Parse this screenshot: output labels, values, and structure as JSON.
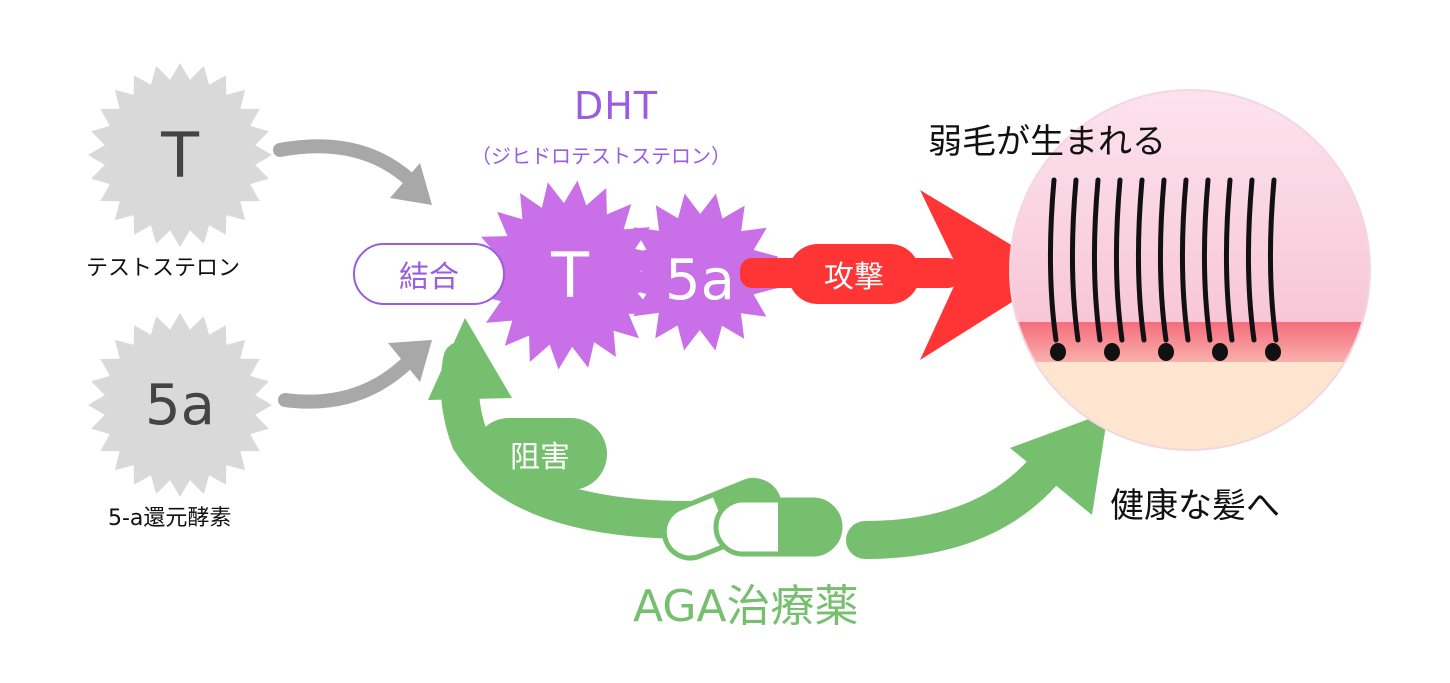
{
  "colors": {
    "purple": "#c970e8",
    "purple_text": "#9a5ce0",
    "red": "#ff3535",
    "green": "#76bf6f",
    "gray_burst": "#d9d9d9",
    "gray_arrow": "#a8a8a8",
    "scalp_top": "#fbd9e6",
    "scalp_band": "#f46d7b",
    "skin": "#fde5cf"
  },
  "testosterone": {
    "symbol": "T",
    "caption": "テストステロン"
  },
  "reductase": {
    "symbol": "5a",
    "caption": "5-a還元酵素"
  },
  "dht": {
    "title": "DHT",
    "subtitle": "（ジヒドロテストステロン）",
    "t_symbol": "T",
    "a_symbol": "5a"
  },
  "labels": {
    "bind": "結合",
    "attack": "攻撃",
    "block": "阻害",
    "weak_hair": "弱毛が生まれる",
    "healthy_hair": "健康な髪へ",
    "drug": "AGA治療薬"
  },
  "icons": {
    "starburst": "starburst-badge-icon",
    "capsule": "capsule-pill-icon",
    "scalp": "scalp-hair-cross-section-icon"
  }
}
